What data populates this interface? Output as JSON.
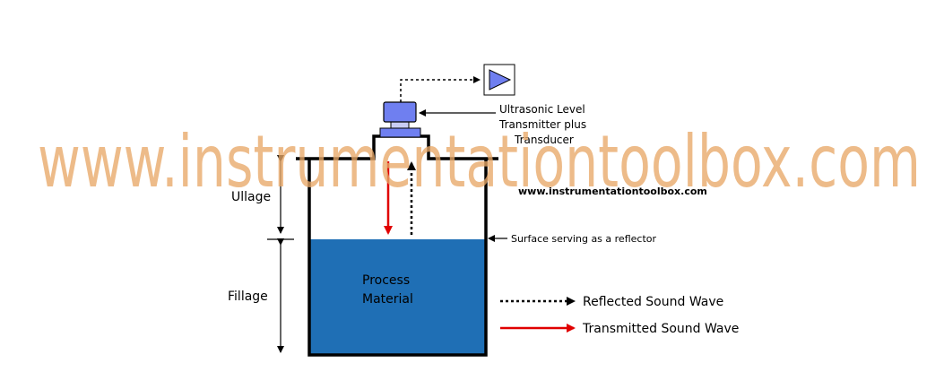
{
  "watermark": {
    "text": "www.instrumentationtoolbox.com"
  },
  "site_url": "www.instrumentationtoolbox.com",
  "labels": {
    "transmitter_line1": "Ultrasonic Level",
    "transmitter_line2": "Transmitter plus",
    "transmitter_line3": "Transducer",
    "surface": "Surface serving as a reflector",
    "ullage": "Ullage",
    "fillage": "Fillage",
    "process_line1": "Process",
    "process_line2": "Material"
  },
  "legend": {
    "reflected": "Reflected Sound Wave",
    "transmitted": "Transmitted Sound Wave"
  },
  "colors": {
    "liquid": "#1f6fb5",
    "transmitter": "#6f7ff0",
    "output_triangle": "#6f7ff0",
    "transmitted_wave": "#e00000",
    "reflected_wave": "#000000",
    "tank_outline": "#000000",
    "watermark": "#e8a868"
  }
}
